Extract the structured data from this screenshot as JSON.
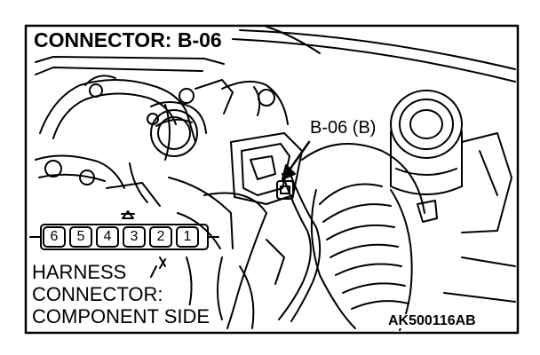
{
  "title": "CONNECTOR: B-06",
  "callout_label": "B-06 (B)",
  "connector_pins": [
    "6",
    "5",
    "4",
    "3",
    "2",
    "1"
  ],
  "harness_label": {
    "line1": "HARNESS",
    "line2": "CONNECTOR:",
    "line3": "COMPONENT SIDE"
  },
  "figure_code": "AK500116AB",
  "illustration": {
    "subject": "engine compartment with sensor connector",
    "line_color": "#000000",
    "background_color": "#ffffff"
  }
}
